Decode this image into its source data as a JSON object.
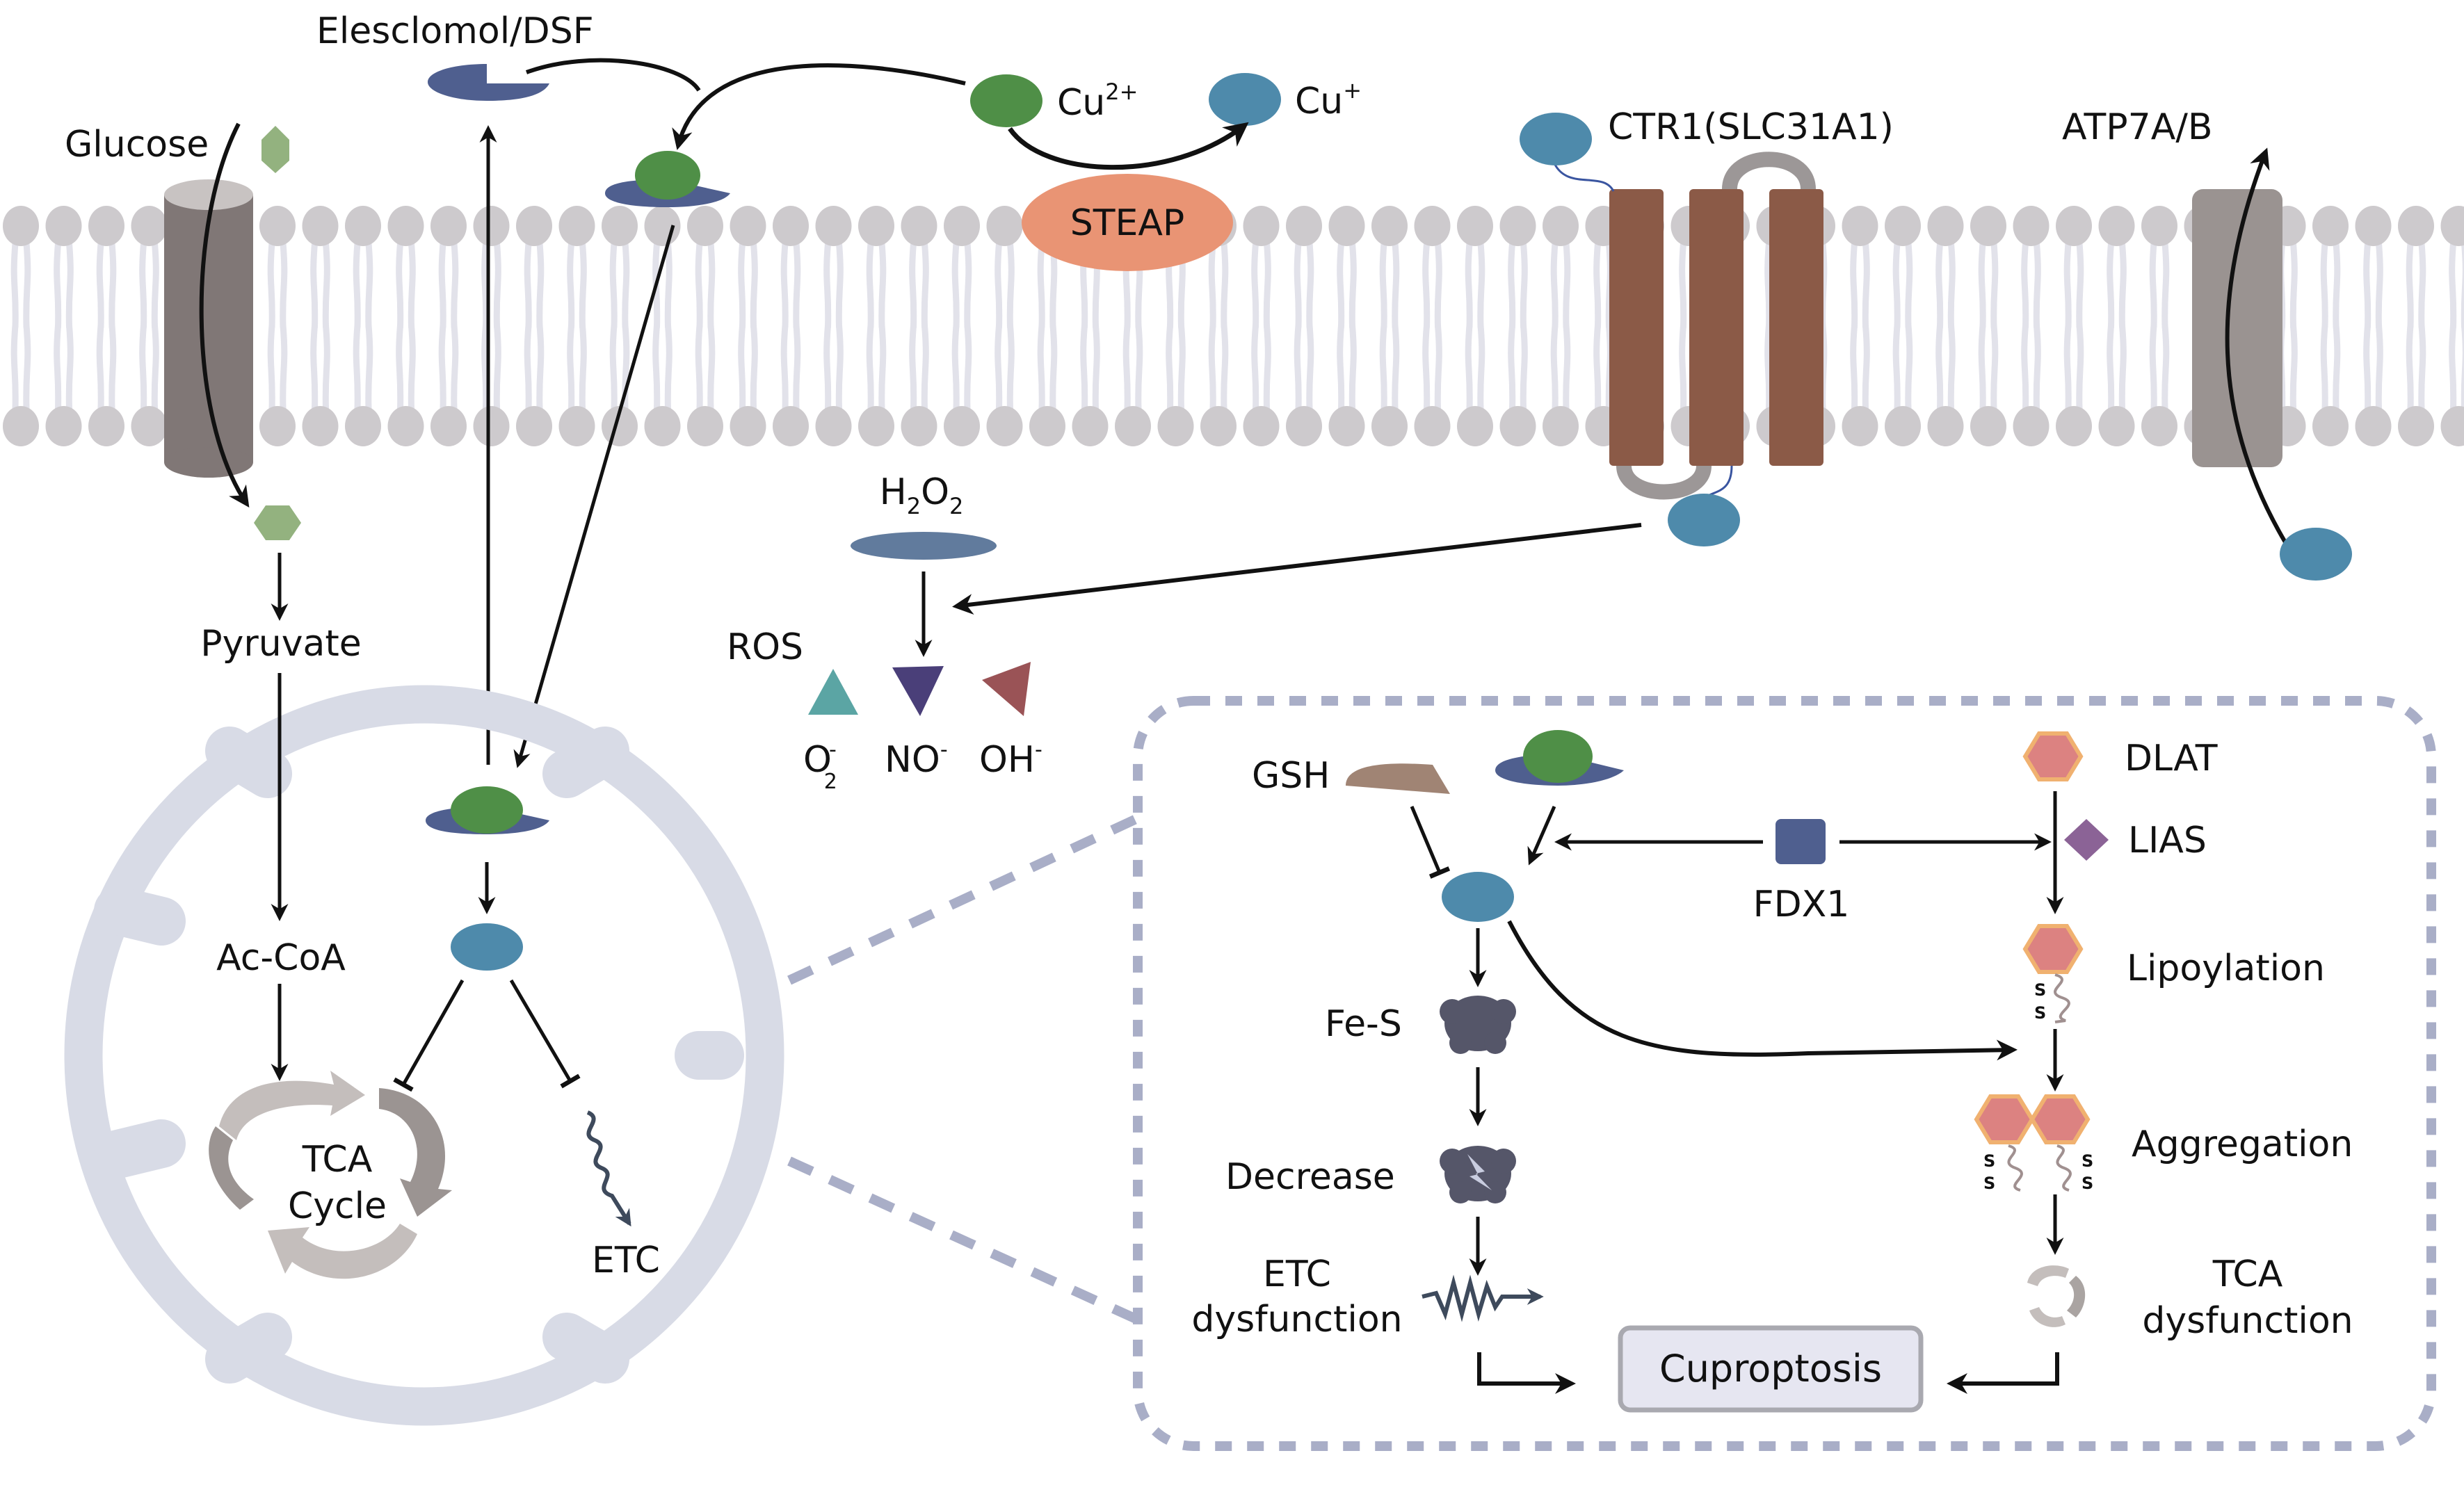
{
  "labels": {
    "elesclomol": "Elesclomol/DSF",
    "glucose": "Glucose",
    "cu2": "Cu",
    "cu2_sup": "2+",
    "cu1": "Cu",
    "cu1_sup": "+",
    "steap": "STEAP",
    "ctr1": "CTR1(SLC31A1)",
    "atp7": "ATP7A/B",
    "pyruvate": "Pyruvate",
    "h2o2_h": "H",
    "h2o2_2a": "2",
    "h2o2_o": "O",
    "h2o2_2b": "2",
    "ros": "ROS",
    "o2": "O",
    "o2_sub": "2",
    "o2_sup": "-",
    "no": "NO",
    "no_sup": "-",
    "oh": "OH",
    "oh_sup": "-",
    "accoa": "Ac-CoA",
    "tca_line1": "TCA",
    "tca_line2": "Cycle",
    "etc_mito": "ETC",
    "gsh": "GSH",
    "dlat": "DLAT",
    "lias": "LIAS",
    "fdx1": "FDX1",
    "lipoylation": "Lipoylation",
    "fes": "Fe-S",
    "aggregation": "Aggregation",
    "decrease": "Decrease",
    "etc_dys_line1": "ETC",
    "etc_dys_line2": "dysfunction",
    "tca_dys_line1": "TCA",
    "tca_dys_line2": "dysfunction",
    "cuproptosis": "Cuproptosis",
    "s": "S"
  },
  "colors": {
    "cu2": "#4f8f47",
    "cu1": "#4e8aab",
    "ionophore": "#4f5f8f",
    "steap": "#e99474",
    "ctr1": "#8b5a47",
    "atp7": "#9a9391",
    "glut": "#807776",
    "lipid_head": "#cdcacd",
    "lipid_tail": "#e2e2ea",
    "mito": "#d8dbe6",
    "dash": "#a9aec7",
    "glucose": "#93b27f",
    "h2o2": "#617b9d",
    "o2": "#5ba5a4",
    "no": "#4a3f79",
    "oh": "#9a5356",
    "gsh": "#a08474",
    "fdx1": "#4f5f8f",
    "dlat": "#dc8281",
    "dlat_stroke": "#f0b170",
    "lias": "#8b6396",
    "fes": "#555669",
    "cuproptosis_fill": "#e6e6f1",
    "cuproptosis_stroke": "#a9a9b0"
  }
}
